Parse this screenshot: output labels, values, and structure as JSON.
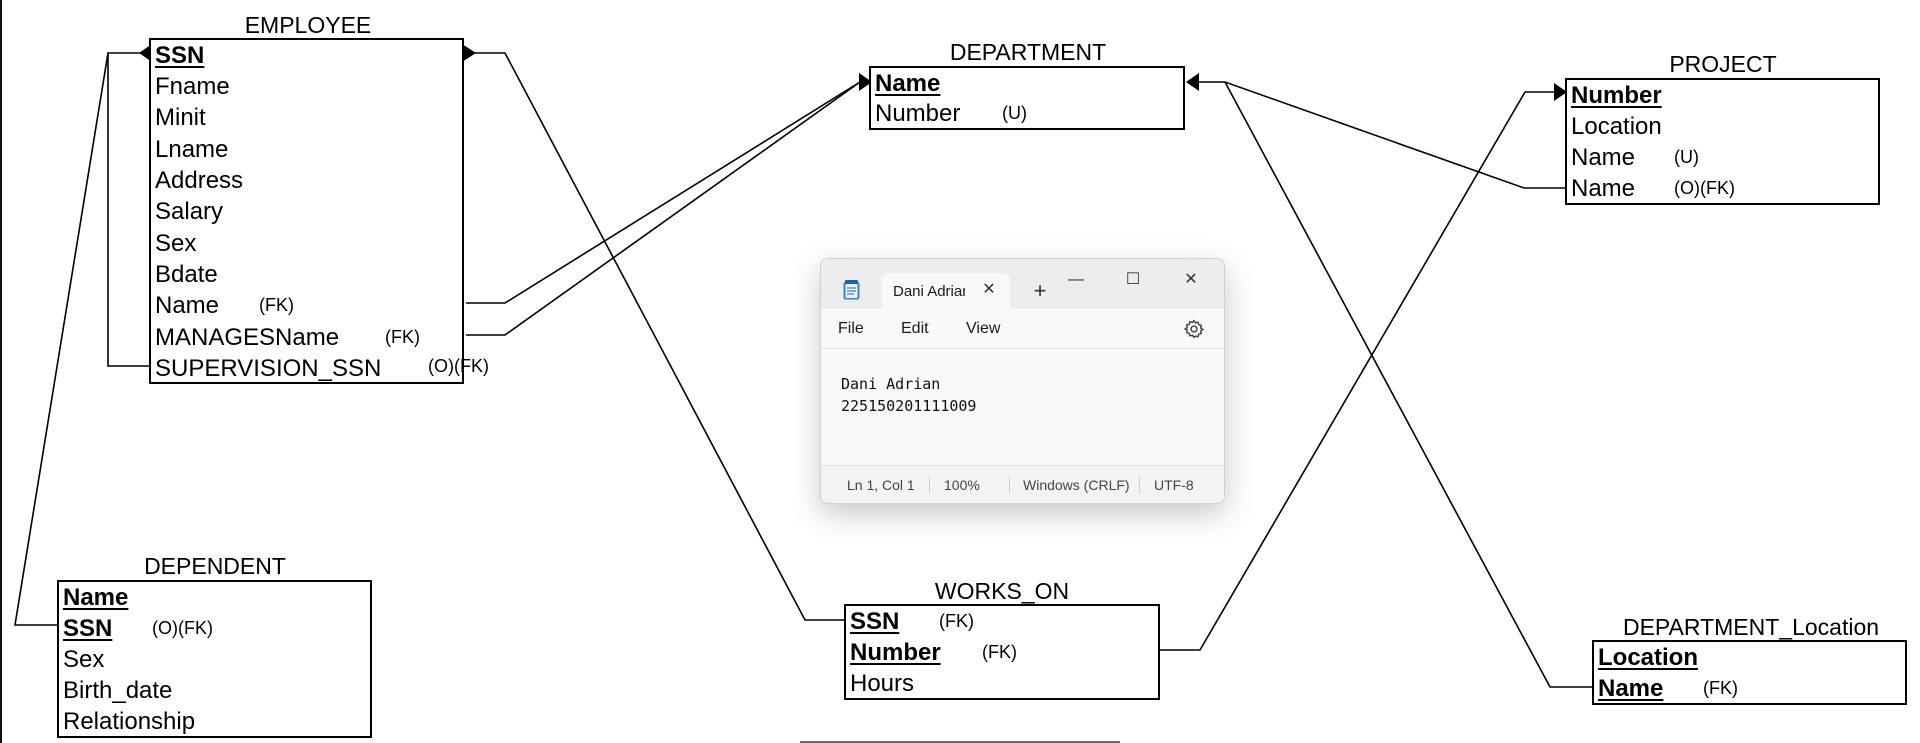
{
  "diagram": {
    "tables": {
      "employee": {
        "title": "EMPLOYEE",
        "attributes": [
          {
            "name": "SSN",
            "pk": true,
            "note": ""
          },
          {
            "name": "Fname",
            "pk": false,
            "note": ""
          },
          {
            "name": "Minit",
            "pk": false,
            "note": ""
          },
          {
            "name": "Lname",
            "pk": false,
            "note": ""
          },
          {
            "name": "Address",
            "pk": false,
            "note": ""
          },
          {
            "name": "Salary",
            "pk": false,
            "note": ""
          },
          {
            "name": "Sex",
            "pk": false,
            "note": ""
          },
          {
            "name": "Bdate",
            "pk": false,
            "note": ""
          },
          {
            "name": "Name",
            "pk": false,
            "note": "(FK)"
          },
          {
            "name": "MANAGESName",
            "pk": false,
            "note": "(FK)"
          },
          {
            "name": "SUPERVISION_SSN",
            "pk": false,
            "note": "(O)(FK)"
          }
        ]
      },
      "department": {
        "title": "DEPARTMENT",
        "attributes": [
          {
            "name": "Name",
            "pk": true,
            "note": ""
          },
          {
            "name": "Number",
            "pk": false,
            "note": "(U)"
          }
        ]
      },
      "project": {
        "title": "PROJECT",
        "attributes": [
          {
            "name": "Number",
            "pk": true,
            "note": ""
          },
          {
            "name": "Location",
            "pk": false,
            "note": ""
          },
          {
            "name": "Name",
            "pk": false,
            "note": "(U)"
          },
          {
            "name": "Name",
            "pk": false,
            "note": "(O)(FK)"
          }
        ]
      },
      "dependent": {
        "title": "DEPENDENT",
        "attributes": [
          {
            "name": "Name",
            "pk": true,
            "note": ""
          },
          {
            "name": "SSN",
            "pk": true,
            "note": "(O)(FK)"
          },
          {
            "name": "Sex",
            "pk": false,
            "note": ""
          },
          {
            "name": "Birth_date",
            "pk": false,
            "note": ""
          },
          {
            "name": "Relationship",
            "pk": false,
            "note": ""
          }
        ]
      },
      "works_on": {
        "title": "WORKS_ON",
        "attributes": [
          {
            "name": "SSN",
            "pk": true,
            "note": "(FK)"
          },
          {
            "name": "Number",
            "pk": true,
            "note": "(FK)"
          },
          {
            "name": "Hours",
            "pk": false,
            "note": ""
          }
        ]
      },
      "department_location": {
        "title": "DEPARTMENT_Location",
        "attributes": [
          {
            "name": "Location",
            "pk": true,
            "note": ""
          },
          {
            "name": "Name",
            "pk": true,
            "note": "(FK)"
          }
        ]
      }
    }
  },
  "notepad": {
    "tab_label": "Dani Adrian",
    "tab_close": "✕",
    "new_tab": "+",
    "minimize": "—",
    "maximize": "☐",
    "close": "✕",
    "menu": {
      "file": "File",
      "edit": "Edit",
      "view": "View"
    },
    "settings_icon": "gear-icon",
    "content": "Dani Adrian\n225150201111009",
    "status": {
      "position": "Ln 1, Col 1",
      "zoom": "100%",
      "line_ending": "Windows (CRLF)",
      "encoding": "UTF-8"
    }
  }
}
